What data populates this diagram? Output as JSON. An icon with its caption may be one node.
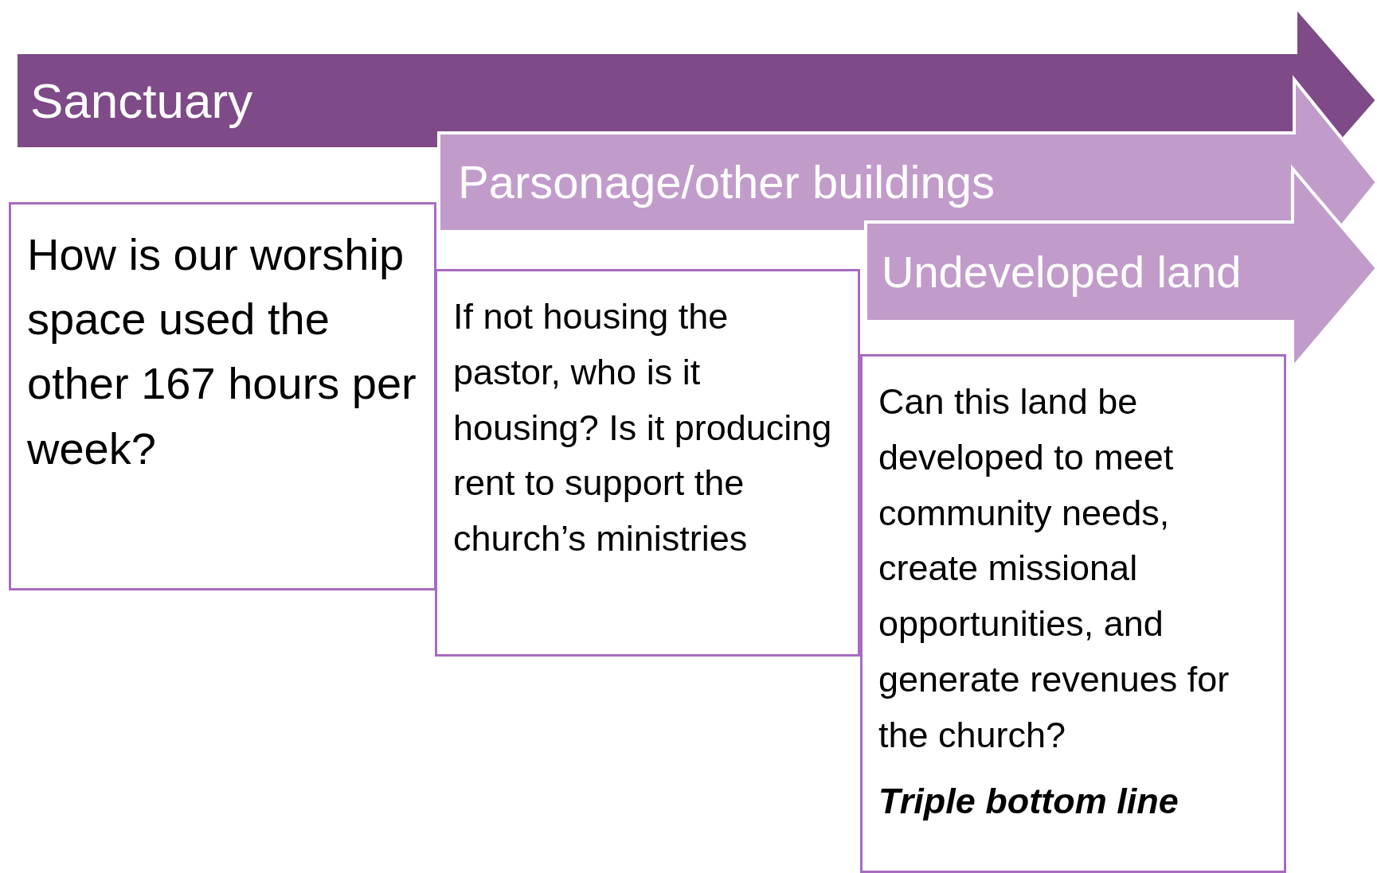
{
  "diagram": {
    "nodes": [
      {
        "text": [
          "Sanctuary"
        ]
      },
      {
        "text": [
          "Parsonage/other buildings"
        ]
      },
      {
        "text": [
          "Undeveloped land"
        ]
      },
      {
        "text": [
          "How is our worship space used the other 167 hours per week?"
        ]
      },
      {
        "text": [
          "If not housing the pastor, who is it housing? Is it producing rent to support the church’s ministries"
        ]
      },
      {
        "text": [
          "Can this land be developed to meet community needs, create missional opportunities, and generate revenues for the church?",
          "Triple bottom line"
        ]
      }
    ],
    "edges": []
  }
}
